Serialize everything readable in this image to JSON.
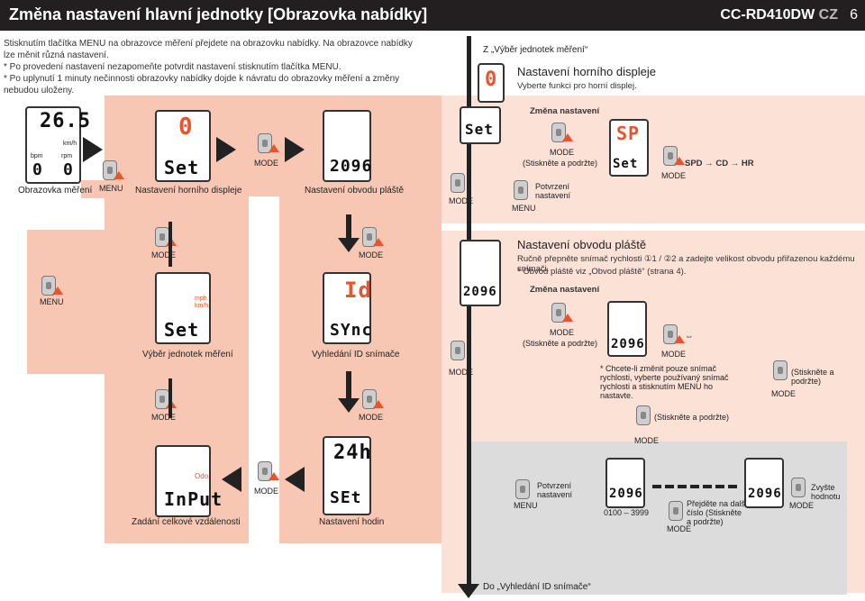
{
  "header": {
    "title": "Změna nastavení hlavní jednotky [Obrazovka nabídky]",
    "model": "CC-RD410DW",
    "lang": "CZ",
    "page": "6"
  },
  "notes": {
    "n1": "Stisknutím tlačítka MENU na obrazovce měření přejdete na obrazovku nabídky. Na obrazovce nabídky lze měnit různá nastavení.",
    "n2": "* Po provedení nastavení nezapomeňte potvrdit nastavení stisknutím tlačítka MENU.",
    "n3": "* Po uplynutí 1 minuty nečinnosti obrazovky nabídky dojde k návratu do obrazovky měření a změny nebudou uloženy."
  },
  "labels": {
    "measure_screen": "Obrazovka měření",
    "menu": "MENU",
    "mode": "MODE",
    "upper_display": "Nastavení horního displeje",
    "circumference": "Nastavení obvodu pláště",
    "units": "Výběr jednotek měření",
    "sensor_id": "Vyhledání ID snímače",
    "odo": "Zadání celkové vzdálenosti",
    "clock": "Nastavení hodin",
    "from_units": "Z „Výběr jednotek měření“",
    "to_sensor": "Do „Vyhledání ID snímače“"
  },
  "right": {
    "upper_title": "Nastavení horního displeje",
    "upper_sub": "Vyberte funkci pro horní displej.",
    "change": "Změna nastavení",
    "press_hold": "(Stiskněte a podržte)",
    "confirm": "Potvrzení nastavení",
    "cycle_spd": "SPD",
    "cycle_cd": "CD",
    "cycle_hr": "HR",
    "circ_title": "Nastavení obvodu pláště",
    "circ_sub": "Ručně přepněte snímač rychlosti ①1 / ②2 a zadejte velikost obvodu přiřazenou každému snímači.",
    "circ_note": "* Obvod pláště viz „Obvod pláště“ (strana 4).",
    "sensor_swap": "⇔",
    "sensor_note": "* Chcete-li změnit pouze snímač rychlosti, vyberte používaný snímač rychlosti a stisknutím MENU ho nastavte.",
    "range": "0100 – 3999",
    "next_digit": "Přejděte na další číslo (Stiskněte a podržte)",
    "increase": "Zvyšte hodnotu"
  },
  "lcd": {
    "speed": "26.5",
    "kmh": "km/h",
    "bpm": "bpm",
    "rpm": "rpm",
    "zero": "0",
    "set": "Set",
    "circ_val": "2096",
    "id": "Id",
    "sync": "SYnc",
    "input": "InPut",
    "odo": "Odo",
    "set2": "SEt",
    "h24": "24h",
    "sp": "SP",
    "mph": "mph",
    "kmh2": "km/h"
  }
}
